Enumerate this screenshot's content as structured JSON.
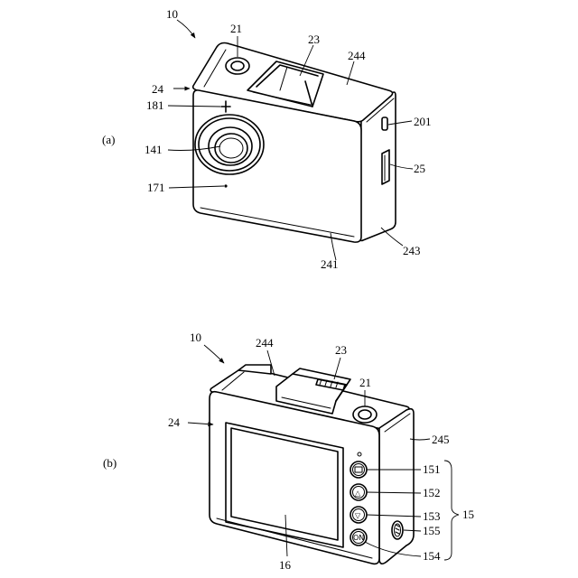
{
  "view_a": {
    "caption": "(a)",
    "labels": {
      "device": "10",
      "shutter_button": "21",
      "lens_hood": "23",
      "front_face": "24",
      "top_face": "244",
      "light_sensor": "181",
      "lens": "141",
      "microphone": "171",
      "side_port": "201",
      "card_slot": "25",
      "side_face": "243",
      "bottom_edge": "241"
    }
  },
  "view_b": {
    "caption": "(b)",
    "labels": {
      "device": "10",
      "top_face": "244",
      "lens_hood": "23",
      "shutter_button": "21",
      "rear_face": "24",
      "side_face": "245",
      "button_group": "15",
      "menu_button": "151",
      "up_button": "152",
      "down_button": "153",
      "power_button": "154",
      "side_button": "155",
      "display": "16"
    },
    "button_symbols": {
      "up": "△",
      "down": "▽",
      "power": "ON"
    }
  }
}
